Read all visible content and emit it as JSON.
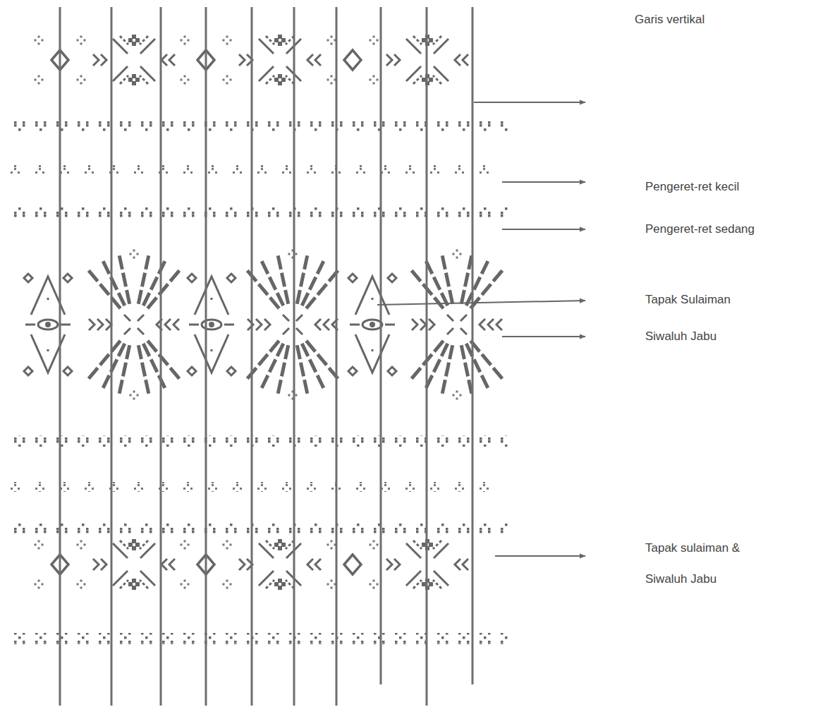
{
  "diagram": {
    "labels": [
      "Garis vertikal",
      "Pengeret-ret kecil",
      "Pengeret-ret sedang",
      "Tapak Sulaiman",
      "Siwaluh Jabu",
      "Tapak sulaiman & Siwaluh Jabu"
    ]
  }
}
